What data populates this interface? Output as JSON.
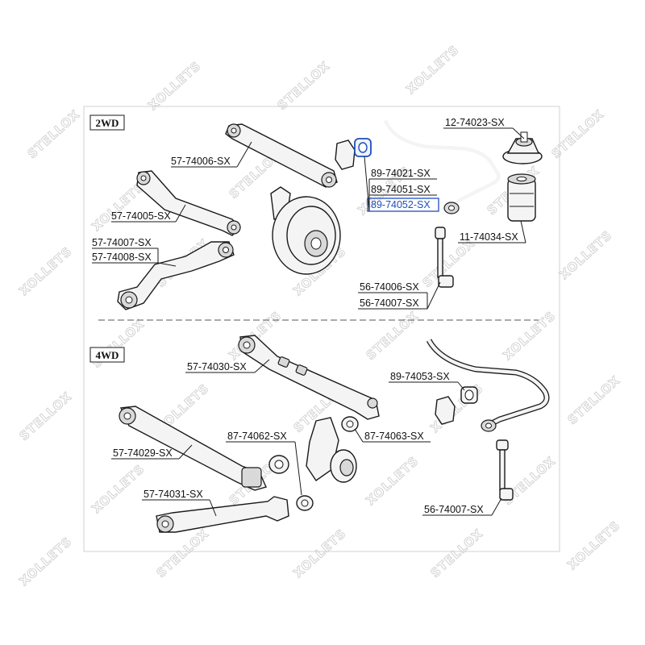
{
  "watermark": {
    "text": "STELLOX",
    "mirror_text": "XOLLETS"
  },
  "sections": {
    "top": "2WD",
    "bottom": "4WD"
  },
  "callouts": {
    "c57_74006": "57-74006-SX",
    "c57_74005": "57-74005-SX",
    "c57_74007": "57-74007-SX",
    "c57_74008": "57-74008-SX",
    "c89_74021": "89-74021-SX",
    "c89_74051": "89-74051-SX",
    "c89_74052": "89-74052-SX",
    "c12_74023": "12-74023-SX",
    "c11_74034": "11-74034-SX",
    "c56_74006": "56-74006-SX",
    "c56_74007_top": "56-74007-SX",
    "c57_74030": "57-74030-SX",
    "c89_74053": "89-74053-SX",
    "c57_74029": "57-74029-SX",
    "c87_74062": "87-74062-SX",
    "c87_74063": "87-74063-SX",
    "c57_74031": "57-74031-SX",
    "c56_74007_bottom": "56-74007-SX"
  },
  "highlight_color": "#1f4fbf"
}
